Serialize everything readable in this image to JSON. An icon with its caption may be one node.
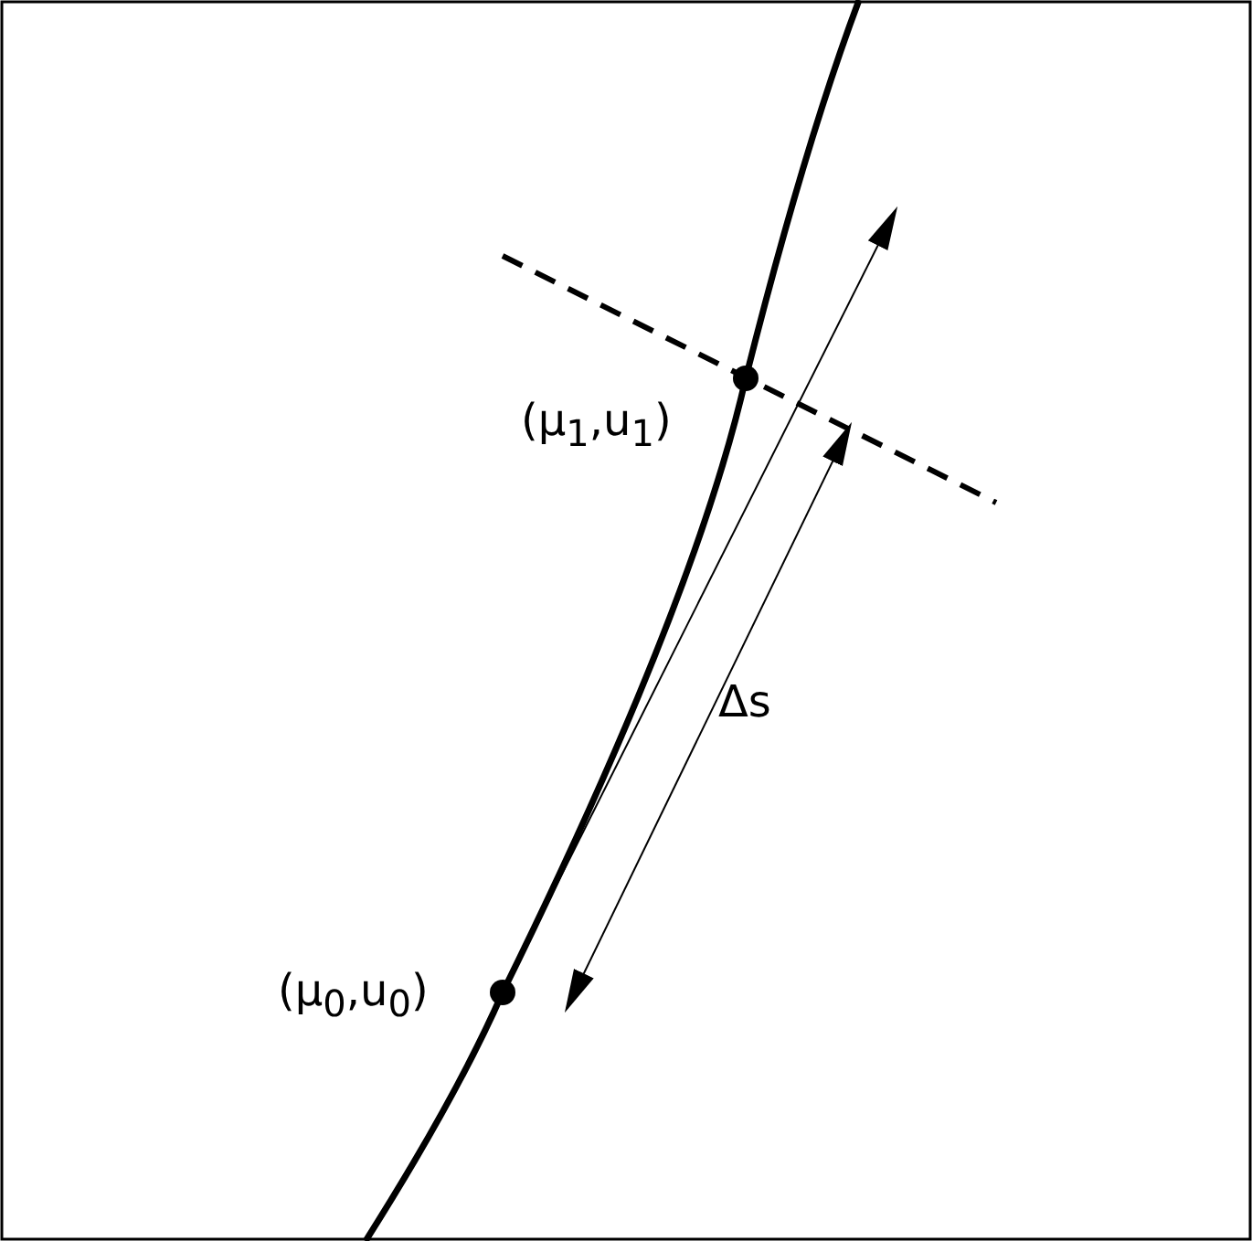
{
  "diagram": {
    "nodes": [
      {
        "text": [],
        "shape": "circle",
        "beside": [
          "(μ$_{1}$,u$_{1}$)"
        ]
      },
      {
        "text": [],
        "shape": "circle",
        "beside": [
          "(μ$_{0}$,u$_{0}$)"
        ]
      }
    ],
    "labels": [
      "Δs"
    ]
  }
}
